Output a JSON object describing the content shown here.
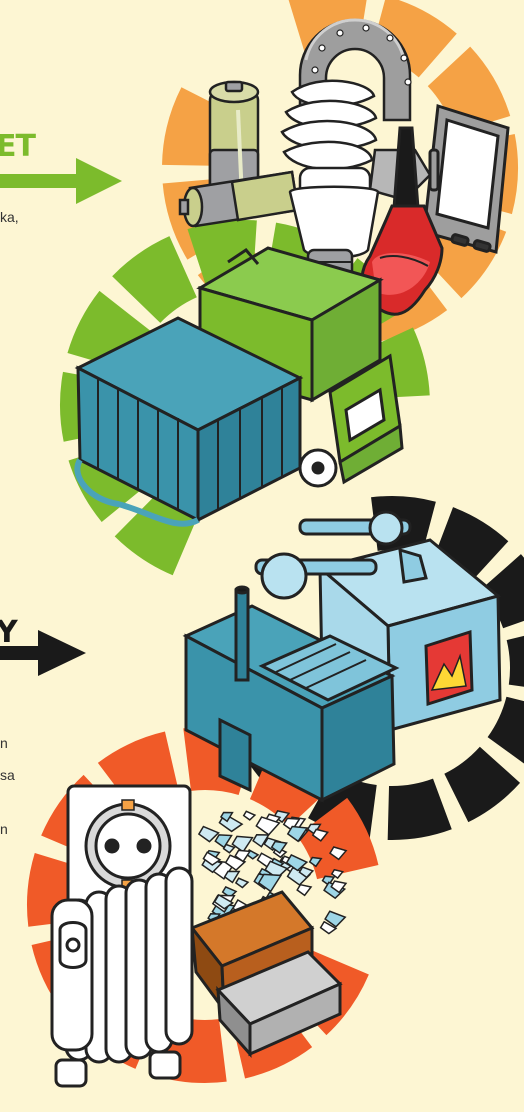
{
  "headings": {
    "top": "ET",
    "bottom": "Y"
  },
  "text_fragments": {
    "top_line": "ka,",
    "bottom_line_1": "n",
    "bottom_line_2": "sa",
    "bottom_line_3": "n"
  },
  "colors": {
    "background": "#fdf6d3",
    "heading_top": "#7cbb2c",
    "heading_bottom": "#1a1a1a",
    "ring_orange": "#f5a245",
    "ring_green": "#7cbb2c",
    "ring_black": "#1a1a1a",
    "ring_red": "#f05a28"
  },
  "icons": [
    "horseshoe-magnet-icon",
    "battery-icon",
    "light-bulb-icon",
    "nail-polish-icon",
    "mobile-phone-icon",
    "garbage-truck-icon",
    "container-icon",
    "recycling-factory-icon",
    "wall-socket-icon",
    "radiator-icon",
    "shredded-glass-icon",
    "metal-ingots-icon"
  ]
}
